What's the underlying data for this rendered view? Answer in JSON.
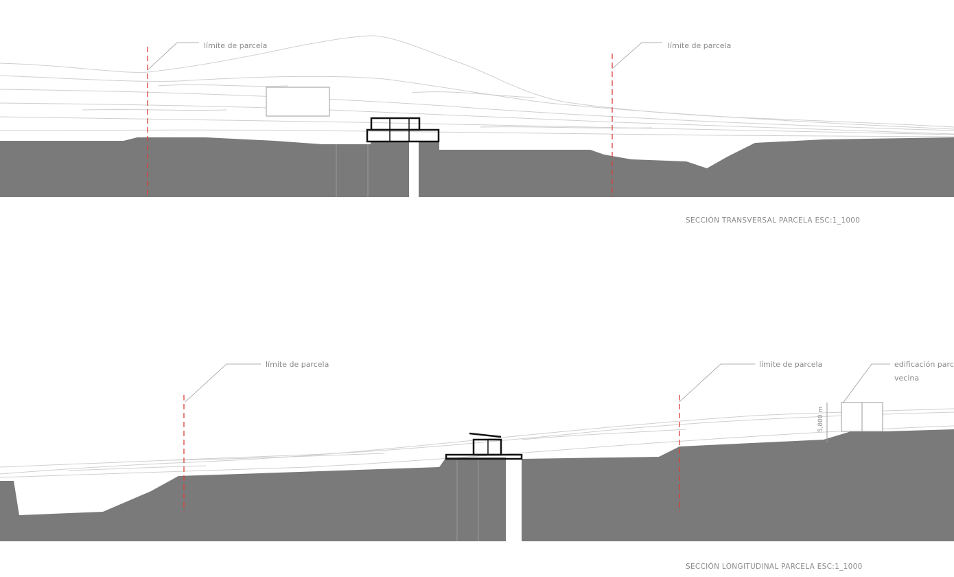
{
  "sections": [
    {
      "title": "SECCIÓN TRANSVERSAL PARCELA ESC:1_1000",
      "labels": [
        "límite de parcela",
        "límite de parcela"
      ]
    },
    {
      "title": "SECCIÓN LONGITUDINAL PARCELA ESC:1_1000",
      "labels": [
        "límite de parcela",
        "límite de parcela"
      ],
      "neighbor_label_line1": "edificación parcela",
      "neighbor_label_line2": "vecina",
      "dimension": "5,800 m"
    }
  ],
  "colors": {
    "ground": "#7a7a7a",
    "boundary": "#d9403a",
    "sketch": "#c8c8c8"
  }
}
